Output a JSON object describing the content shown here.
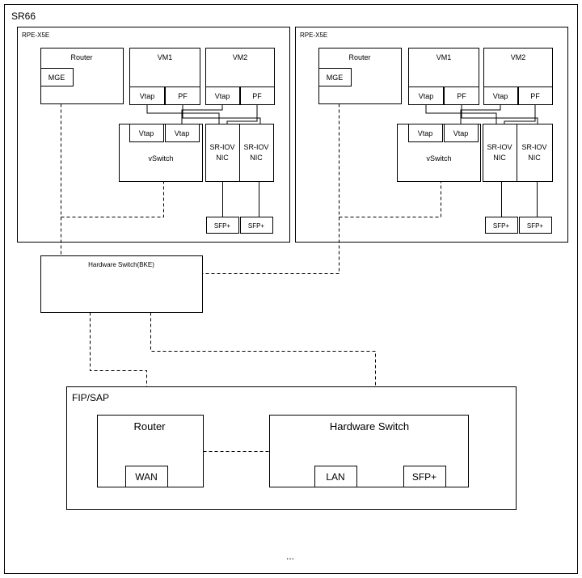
{
  "outer": {
    "title": "SR66"
  },
  "rpe_left": {
    "title": "RPE-X5E",
    "router": "Router",
    "mge": "MGE",
    "vm1": "VM1",
    "vm2": "VM2",
    "vm1_vtap": "Vtap",
    "vm1_pf": "PF",
    "vm2_vtap": "Vtap",
    "vm2_pf": "PF",
    "vswitch": "vSwitch",
    "vs_vtap1": "Vtap",
    "vs_vtap2": "Vtap",
    "sriov1_l1": "SR-IOV",
    "sriov1_l2": "NIC",
    "sriov2_l1": "SR-IOV",
    "sriov2_l2": "NIC",
    "sfp1": "SFP+",
    "sfp2": "SFP+"
  },
  "rpe_right": {
    "title": "RPE-X5E",
    "router": "Router",
    "mge": "MGE",
    "vm1": "VM1",
    "vm2": "VM2",
    "vm1_vtap": "Vtap",
    "vm1_pf": "PF",
    "vm2_vtap": "Vtap",
    "vm2_pf": "PF",
    "vswitch": "vSwitch",
    "vs_vtap1": "Vtap",
    "vs_vtap2": "Vtap",
    "sriov1_l1": "SR-IOV",
    "sriov1_l2": "NIC",
    "sriov2_l1": "SR-IOV",
    "sriov2_l2": "NIC",
    "sfp1": "SFP+",
    "sfp2": "SFP+"
  },
  "hw_switch_bke": {
    "label": "Hardware Switch(BKE)"
  },
  "fip_sap": {
    "title": "FIP/SAP",
    "router": "Router",
    "wan": "WAN",
    "hw_switch": "Hardware Switch",
    "lan": "LAN",
    "sfp": "SFP+"
  },
  "ellipsis": "..."
}
